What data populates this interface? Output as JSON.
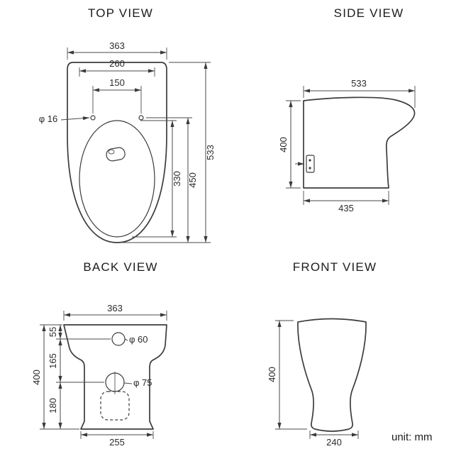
{
  "unit_label": "unit: mm",
  "views": {
    "top": {
      "title": "TOP VIEW",
      "dims": {
        "overall_width": "363",
        "seat_width": "260",
        "hinge_spacing": "150",
        "hinge_hole_diameter": "φ 16",
        "overall_depth": "533",
        "seat_depth": "450",
        "bowl_opening_depth": "330"
      }
    },
    "side": {
      "title": "SIDE VIEW",
      "dims": {
        "overall_depth": "533",
        "height": "400",
        "base_depth": "435"
      }
    },
    "back": {
      "title": "BACK VIEW",
      "dims": {
        "overall_width": "363",
        "top_to_inlet": "55",
        "inlet_to_outlet": "165",
        "outlet_to_floor": "180",
        "height": "400",
        "inlet_diameter": "φ 60",
        "outlet_diameter": "φ 75",
        "base_width": "255"
      }
    },
    "front": {
      "title": "FRONT VIEW",
      "dims": {
        "height": "400",
        "base_width": "240"
      }
    }
  }
}
